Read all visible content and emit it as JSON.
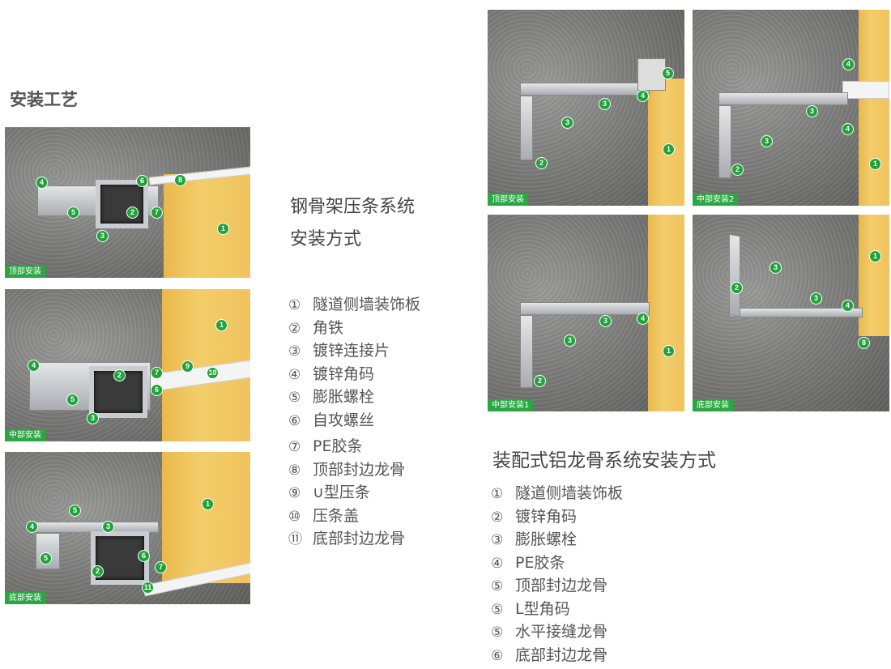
{
  "section_title": "安装工艺",
  "steel_system": {
    "title_line1": "钢骨架压条系统",
    "title_line2": "安装方式",
    "items": [
      {
        "num": "①",
        "text": "隧道侧墙装饰板"
      },
      {
        "num": "②",
        "text": "角铁"
      },
      {
        "num": "③",
        "text": "镀锌连接片"
      },
      {
        "num": "④",
        "text": "镀锌角码"
      },
      {
        "num": "⑤",
        "text": "膨胀螺栓"
      },
      {
        "num": "⑥",
        "text": "自攻螺丝"
      },
      {
        "num": "⑦",
        "text": "PE胶条"
      },
      {
        "num": "⑧",
        "text": "顶部封边龙骨"
      },
      {
        "num": "⑨",
        "text": "∪型压条"
      },
      {
        "num": "⑩",
        "text": "压条盖"
      },
      {
        "num": "⑪",
        "text": "底部封边龙骨"
      }
    ]
  },
  "aluminum_system": {
    "title": "装配式铝龙骨系统安装方式",
    "items": [
      {
        "num": "①",
        "text": "隧道侧墙装饰板"
      },
      {
        "num": "②",
        "text": "镀锌角码"
      },
      {
        "num": "③",
        "text": "膨胀螺栓"
      },
      {
        "num": "④",
        "text": "PE胶条"
      },
      {
        "num": "⑤",
        "text": "顶部封边龙骨"
      },
      {
        "num": "⑤",
        "text": "L型角码"
      },
      {
        "num": "⑤",
        "text": "水平接缝龙骨"
      },
      {
        "num": "⑥",
        "text": "底部封边龙骨"
      }
    ]
  },
  "photos": {
    "steel_top": {
      "label": "顶部安装",
      "markers": [
        "4",
        "6",
        "8",
        "2",
        "7",
        "5",
        "3",
        "1"
      ]
    },
    "steel_middle": {
      "label": "中部安装",
      "markers": [
        "1",
        "4",
        "2",
        "7",
        "9",
        "10",
        "6",
        "5",
        "3"
      ]
    },
    "steel_bottom": {
      "label": "底部安装",
      "markers": [
        "1",
        "5",
        "4",
        "3",
        "5",
        "6",
        "2",
        "7",
        "11"
      ]
    },
    "alu_top": {
      "label": "顶部安装",
      "markers": [
        "5",
        "4",
        "3",
        "3",
        "1",
        "2"
      ]
    },
    "alu_middle2": {
      "label": "中部安装2",
      "markers": [
        "4",
        "3",
        "4",
        "3",
        "1",
        "2"
      ]
    },
    "alu_middle1": {
      "label": "中部安装1",
      "markers": [
        "4",
        "3",
        "3",
        "1",
        "2"
      ]
    },
    "alu_bottom": {
      "label": "底部安装",
      "markers": [
        "1",
        "3",
        "2",
        "3",
        "4",
        "8"
      ]
    }
  },
  "colors": {
    "marker": "#1fa23a",
    "panel": "#f0c35e"
  }
}
